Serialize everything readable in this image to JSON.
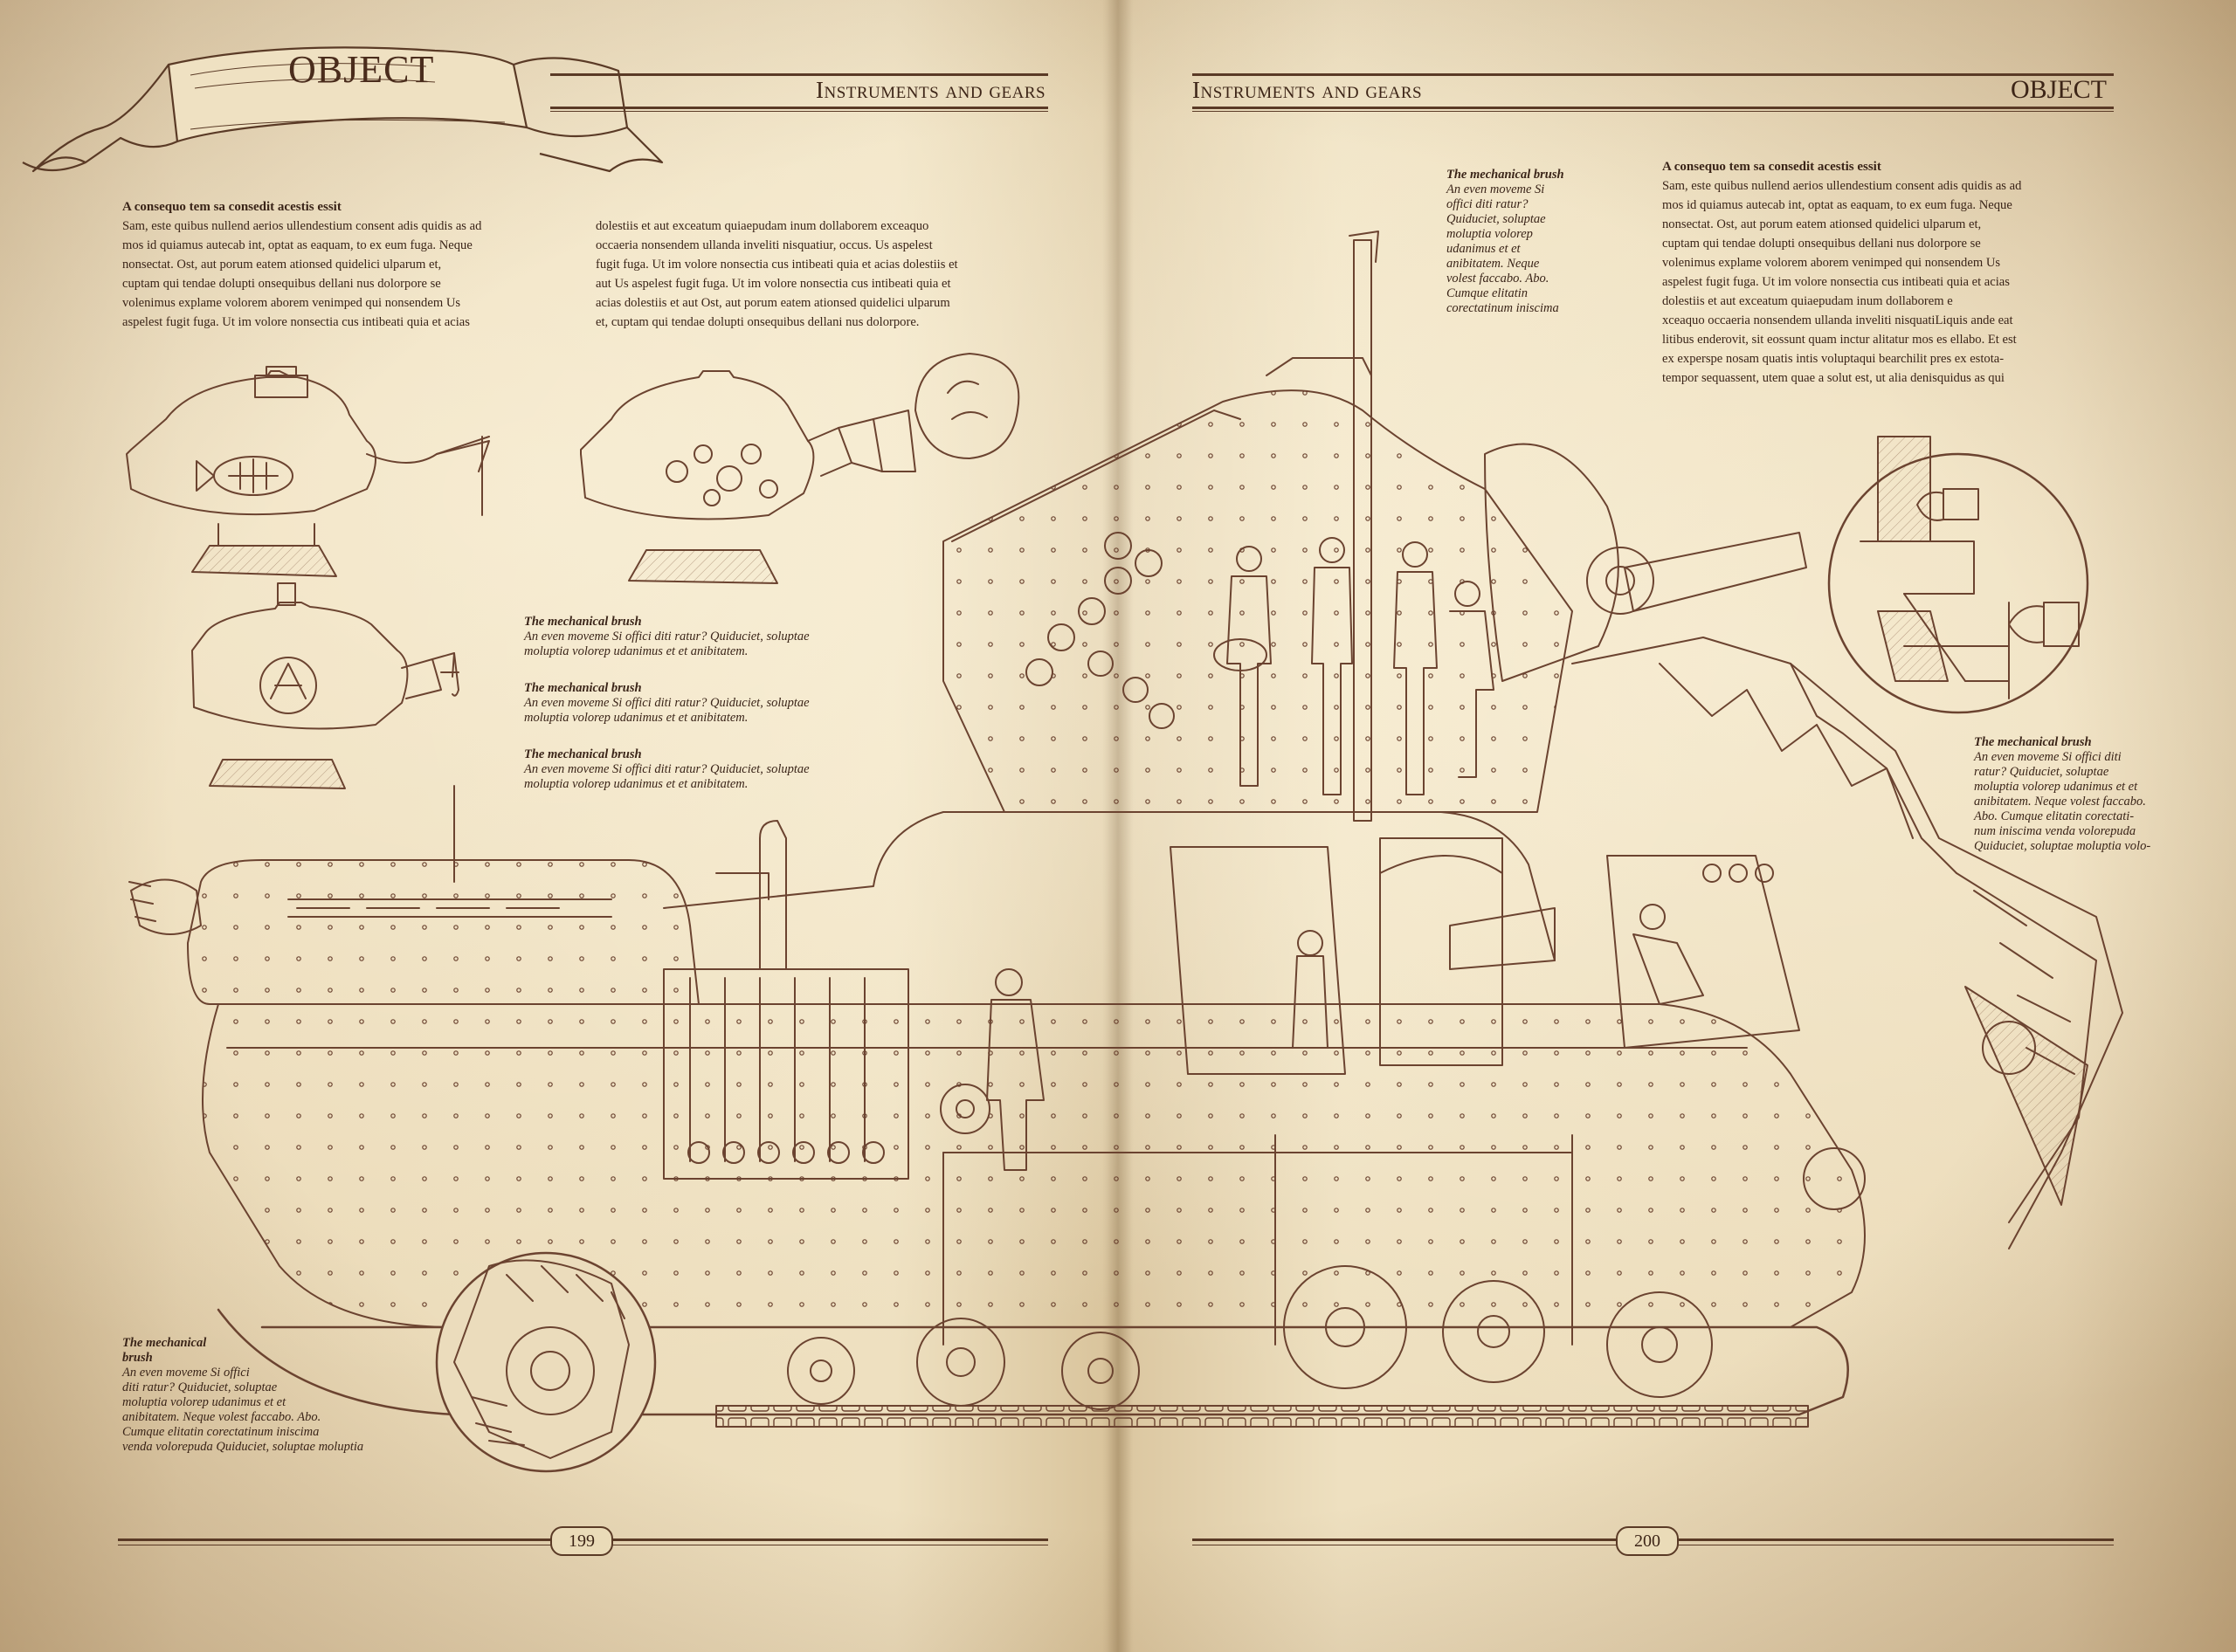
{
  "header": {
    "left_title": "Instruments and gears",
    "right_title": "Instruments and gears",
    "ribbon_label": "OBJECT",
    "right_object": "OBJECT"
  },
  "left_page": {
    "intro": {
      "heading": "A consequo tem  sa consedit acestis essit",
      "col1_lines": [
        "Sam, este quibus nullend aerios ullendestium consent adis quidis as ad",
        "mos id quiamus autecab int, optat as eaquam, to ex eum fuga. Neque",
        "nonsectat. Ost, aut porum eatem ationsed quidelici ulparum et,",
        "cuptam qui tendae dolupti onsequibus dellani nus dolorpore se",
        "volenimus explame volorem aborem venimped qui nonsendem  Us",
        "aspelest fugit fuga. Ut im volore nonsectia cus intibeati quia et acias"
      ],
      "col2_lines": [
        "dolestiis et aut exceatum quiaepudam inum dollaborem exceaquo",
        "occaeria nonsendem ullanda inveliti nisquatiur, occus. Us aspelest",
        "fugit fuga. Ut im volore nonsectia cus intibeati quia et acias dolestiis et",
        "aut  Us aspelest fugit fuga. Ut im volore nonsectia cus intibeati quia et",
        "acias dolestiis et aut Ost, aut porum eatem ationsed quidelici ulparum",
        "et, cuptam qui tendae dolupti onsequibus dellani nus dolorpore."
      ]
    },
    "captions_mid": [
      {
        "title": "The mechanical brush",
        "lines": [
          "An even moveme Si offici diti ratur? Quiduciet, soluptae",
          "moluptia volorep udanimus et et anibitatem."
        ]
      },
      {
        "title": "The mechanical brush",
        "lines": [
          "An even moveme Si offici diti ratur? Quiduciet, soluptae",
          "moluptia volorep udanimus et et anibitatem."
        ]
      },
      {
        "title": "The mechanical brush",
        "lines": [
          "An even moveme Si offici diti ratur? Quiduciet, soluptae",
          "moluptia volorep udanimus et et anibitatem."
        ]
      }
    ],
    "caption_bottom": {
      "title_lines": [
        "The mechanical",
        "brush"
      ],
      "lines": [
        "An even moveme Si offici",
        "diti ratur? Quiduciet, soluptae",
        "moluptia volorep udanimus et et",
        "anibitatem. Neque volest faccabo. Abo.",
        "Cumque elitatin corectatinum iniscima",
        "venda volorepuda  Quiduciet, soluptae moluptia"
      ]
    },
    "page_number": "199"
  },
  "right_page": {
    "caption_top": {
      "title": "The mechanical brush",
      "lines": [
        "An even moveme Si",
        "offici diti ratur?",
        "Quiduciet, soluptae",
        "moluptia volorep",
        "udanimus et et",
        "anibitatem. Neque",
        "volest faccabo. Abo.",
        "Cumque elitatin",
        "corectatinum iniscima"
      ]
    },
    "intro": {
      "heading": "A consequo tem  sa consedit acestis essit",
      "lines": [
        "Sam, este quibus nullend aerios ullendestium consent adis quidis as ad",
        "mos id quiamus autecab int, optat as eaquam, to ex eum fuga. Neque",
        "nonsectat. Ost, aut porum eatem ationsed quidelici ulparum et,",
        "cuptam qui tendae dolupti onsequibus dellani nus dolorpore se",
        "volenimus explame volorem aborem venimped qui nonsendem  Us",
        "aspelest fugit fuga. Ut im volore nonsectia cus intibeati quia et acias",
        "dolestiis et aut exceatum quiaepudam inum dollaborem e",
        "xceaquo occaeria nonsendem ullanda inveliti nisquatiLiquis ande eat",
        "litibus enderovit, sit eossunt quam inctur alitatur mos es ellabo. Et est",
        "ex experspe nosam quatis intis voluptaqui bearchilit pres ex estota-",
        "tempor sequassent, utem quae a solut est, ut alia denisquidus as qui"
      ]
    },
    "caption_right": {
      "title": "The mechanical brush",
      "lines": [
        "An even moveme Si offici diti",
        "ratur? Quiduciet, soluptae",
        "moluptia volorep udanimus et et",
        "anibitatem. Neque volest faccabo.",
        "Abo. Cumque elitatin corectati-",
        "num iniscima venda volorepuda",
        "Quiduciet, soluptae moluptia volo-"
      ]
    },
    "page_number": "200"
  },
  "colors": {
    "paper": "#ead9b6",
    "ink": "#3a2418",
    "sketch": "#6b4330"
  }
}
